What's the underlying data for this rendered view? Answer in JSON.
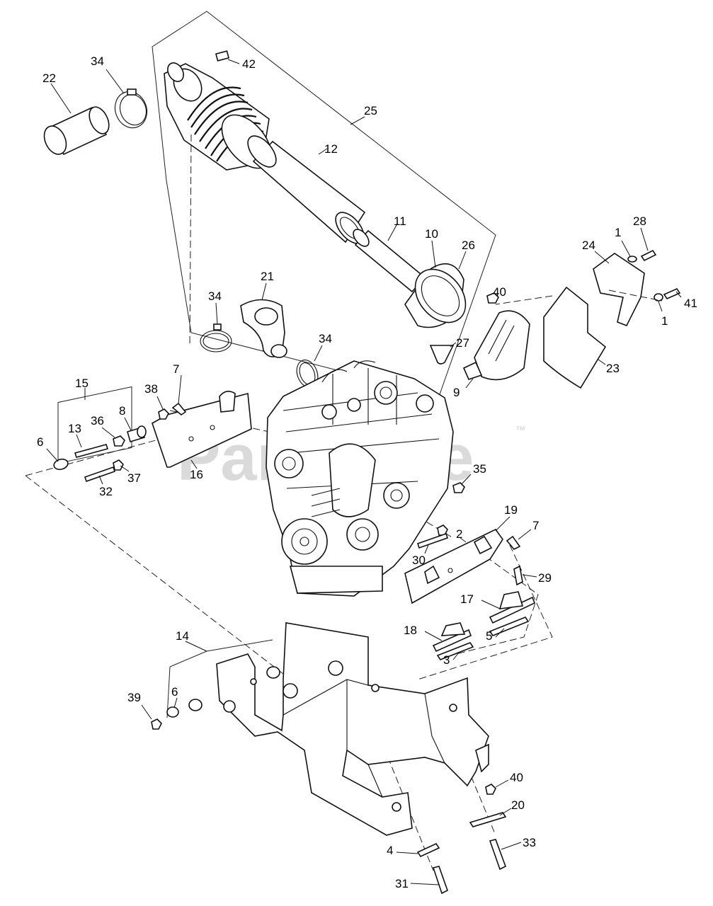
{
  "watermark": {
    "text": "PartsTree",
    "trademark": "™"
  },
  "labels": {
    "l42": "42",
    "l34a": "34",
    "l22": "22",
    "l25": "25",
    "l12": "12",
    "l11": "11",
    "l10": "10",
    "l26": "26",
    "l28": "28",
    "l1a": "1",
    "l24": "24",
    "l41": "41",
    "l1b": "1",
    "l40a": "40",
    "l23": "23",
    "l27": "27",
    "l9": "9",
    "l21": "21",
    "l34b": "34",
    "l34c": "34",
    "l15": "15",
    "l7a": "7",
    "l38": "38",
    "l8": "8",
    "l36": "36",
    "l13": "13",
    "l6a": "6",
    "l16": "16",
    "l37": "37",
    "l32": "32",
    "l35": "35",
    "l19": "19",
    "l7b": "7",
    "l2": "2",
    "l30": "30",
    "l29": "29",
    "l17": "17",
    "l18": "18",
    "l5": "5",
    "l3": "3",
    "l14": "14",
    "l39": "39",
    "l6b": "6",
    "l40b": "40",
    "l20": "20",
    "l4": "4",
    "l33": "33",
    "l31": "31"
  }
}
